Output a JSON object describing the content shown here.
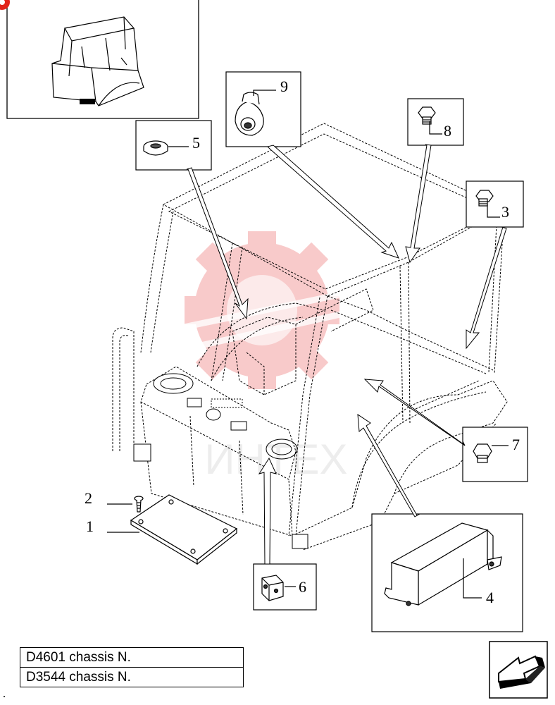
{
  "callouts": {
    "c1": "1",
    "c2": "2",
    "c3": "3",
    "c4": "4",
    "c5": "5",
    "c6": "6",
    "c7": "7",
    "c8": "8",
    "c9": "9"
  },
  "chassis_rows": [
    "D4601 chassis N.",
    "D3544 chassis N."
  ],
  "watermark": {
    "text": "ИНТЕХ",
    "color": "#f28b8b"
  },
  "colors": {
    "line": "#000000",
    "badge": "#e2231a"
  },
  "icons": {
    "next_page": "arrow-next-page-icon",
    "cab_overview": "tractor-cab-thumbnail",
    "badge": "red-badge-icon"
  }
}
